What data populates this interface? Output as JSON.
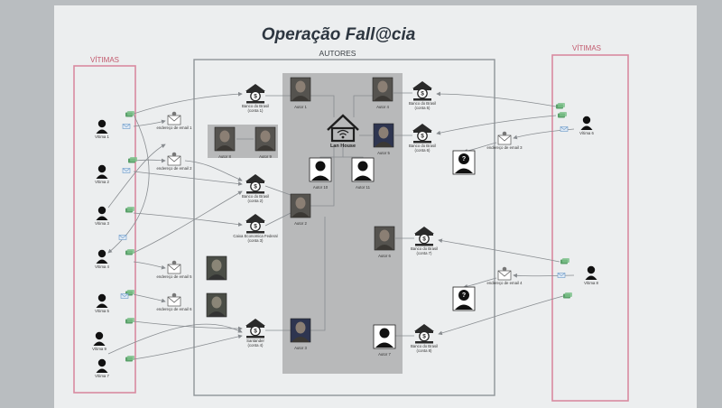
{
  "title": "Operação Fall@cia",
  "sections": {
    "autores": "AUTORES",
    "vitimas_left": "VÍTIMAS",
    "vitimas_right": "VÍTIMAS"
  },
  "hub": {
    "label": "Lan House"
  },
  "banks": [
    {
      "id": "b1",
      "name": "Banco do Brasil",
      "account": "(conta 1)"
    },
    {
      "id": "b2",
      "name": "Banco do Brasil",
      "account": "(conta 2)"
    },
    {
      "id": "b3",
      "name": "Caixa Economica Federal",
      "account": "(conta 3)"
    },
    {
      "id": "b4",
      "name": "Santander",
      "account": "(conta 4)"
    },
    {
      "id": "b5",
      "name": "Banco do Brasil",
      "account": "(conta 5)"
    },
    {
      "id": "b6",
      "name": "Banco do Brasil",
      "account": "(conta 6)"
    },
    {
      "id": "b7",
      "name": "Banco do Brasil",
      "account": "(conta 7)"
    },
    {
      "id": "b8",
      "name": "Banco do Brasil",
      "account": "(conta 8)"
    }
  ],
  "authors": [
    {
      "id": "a1",
      "label": "Autor 1"
    },
    {
      "id": "a2",
      "label": "Autor 2"
    },
    {
      "id": "a3",
      "label": "Autor 3"
    },
    {
      "id": "a4",
      "label": "Autor 4"
    },
    {
      "id": "a5",
      "label": "Autor 5"
    },
    {
      "id": "a6",
      "label": "Autor 6"
    },
    {
      "id": "a7",
      "label": "Autor 7"
    },
    {
      "id": "a8",
      "label": "Autor 8"
    },
    {
      "id": "a9",
      "label": "Autor 9"
    },
    {
      "id": "a10",
      "label": "Autor 10"
    },
    {
      "id": "a11",
      "label": "Autor 11"
    }
  ],
  "emails": [
    {
      "id": "e1",
      "label": "endereço de email 1"
    },
    {
      "id": "e2",
      "label": "endereço de email 2"
    },
    {
      "id": "e3",
      "label": "endereço de email 3"
    },
    {
      "id": "e4",
      "label": "endereço de email 4"
    },
    {
      "id": "e5",
      "label": "endereço de email 5"
    },
    {
      "id": "e6",
      "label": "endereço de email 6"
    }
  ],
  "victims": [
    {
      "id": "v1",
      "label": "Vítima 1"
    },
    {
      "id": "v2",
      "label": "Vítima 2"
    },
    {
      "id": "v3",
      "label": "Vítima 3"
    },
    {
      "id": "v4",
      "label": "Vítima 4"
    },
    {
      "id": "v5",
      "label": "Vítima 5"
    },
    {
      "id": "v6",
      "label": "Vítima 6"
    },
    {
      "id": "v7",
      "label": "Vítima 7"
    },
    {
      "id": "v8",
      "label": "Vítima 8"
    },
    {
      "id": "v9",
      "label": "Vítima 9"
    }
  ],
  "colors": {
    "victim_frame": "#d98ba0",
    "author_panel": "#b8b9ba",
    "frame": "#8f9498",
    "arrow": "#888c90",
    "money": "#5aa06a",
    "mail": "#6a9ac8"
  }
}
